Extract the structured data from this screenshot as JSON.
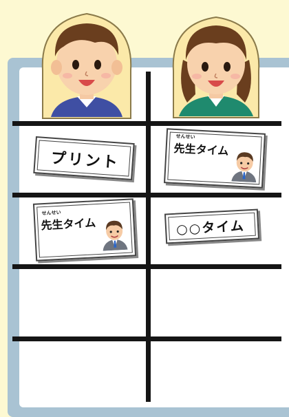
{
  "children": {
    "boy_icon": "boy-avatar-icon",
    "girl_icon": "girl-avatar-icon"
  },
  "cards": {
    "print": {
      "label": "プリント"
    },
    "teacher_time_1": {
      "ruby": "せんせい",
      "label": "先生タイム",
      "icon": "teacher-icon"
    },
    "teacher_time_2": {
      "ruby": "せんせい",
      "label": "先生タイム",
      "icon": "teacher-icon"
    },
    "blank_time": {
      "label": "○○タイム"
    }
  },
  "colors": {
    "background": "#fdf9d2",
    "board_frame": "#a9c3d3",
    "boy_shirt": "#3f4fa3",
    "girl_shirt": "#1f8a6e",
    "avatar_backing": "#fbe9a9"
  }
}
